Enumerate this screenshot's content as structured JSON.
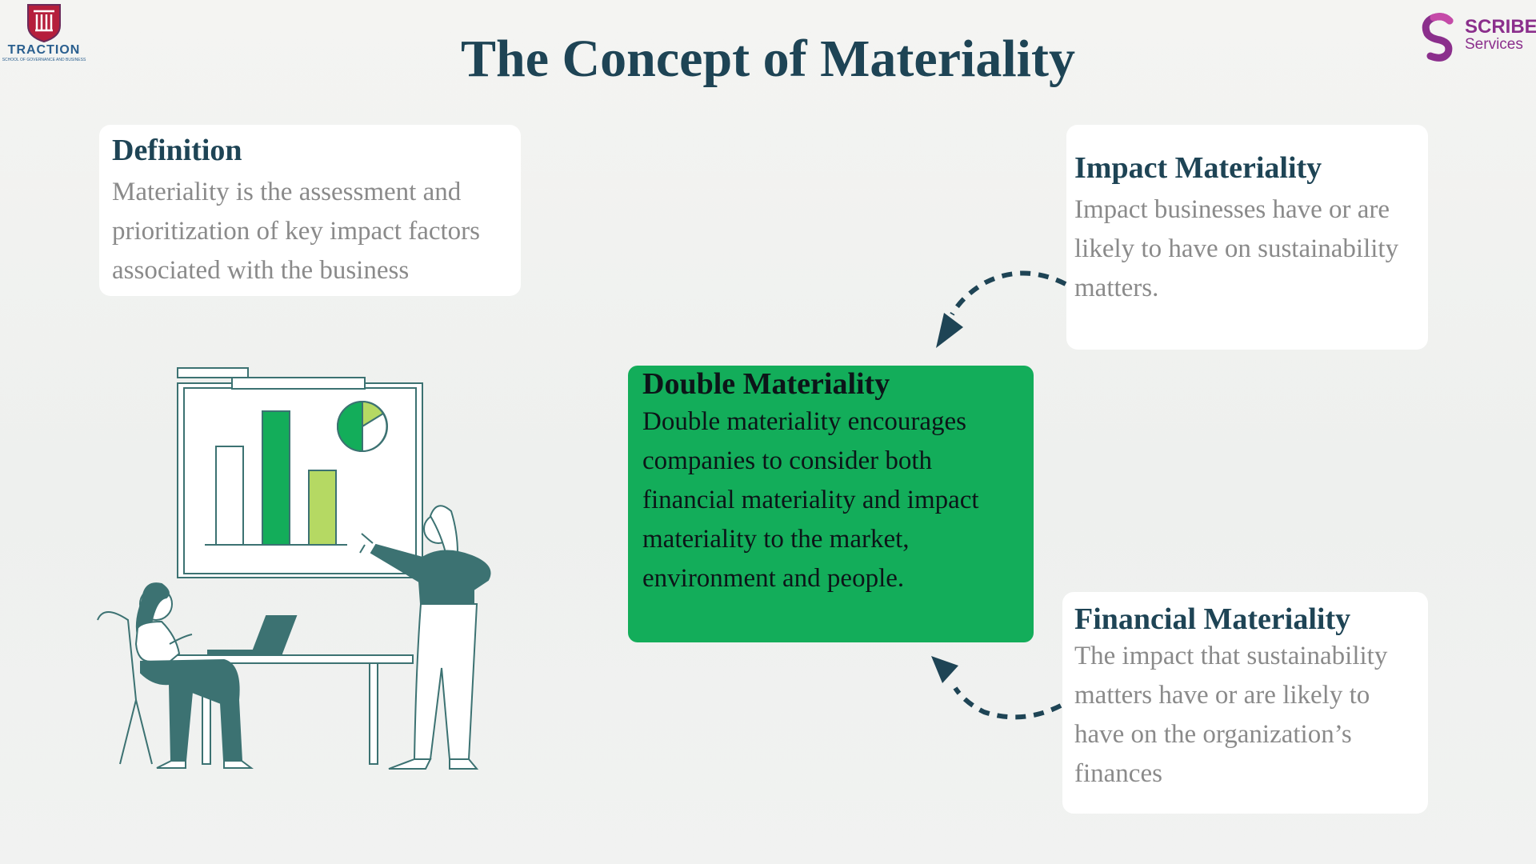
{
  "title": "The Concept of Materiality",
  "logos": {
    "left_name": "TRACTION",
    "left_sub": "SCHOOL OF GOVERNANCE AND BUSINESS",
    "right_name": "SCRIBE",
    "right_sub": "Services"
  },
  "definition": {
    "heading": "Definition",
    "body": "Materiality is the assessment and prioritization of key impact factors associated with the business"
  },
  "impact": {
    "heading": "Impact Materiality",
    "body": "Impact businesses have or are likely to have on sustainability matters."
  },
  "double": {
    "heading": "Double Materiality",
    "body": "Double materiality encourages companies to consider both financial materiality and impact materiality to the market, environment and people."
  },
  "financial": {
    "heading": "Financial Materiality",
    "body": "The impact that sustainability matters have or are likely to have on the organization’s finances"
  },
  "colors": {
    "title": "#1e4455",
    "double_box": "#13ad5a",
    "teal": "#3c7272",
    "lime": "#b5d963",
    "body_gray": "#8a8a8a",
    "scribe_purple": "#8b2f8c",
    "traction_blue": "#2a5f8f",
    "traction_red": "#b51e3c"
  },
  "icons": [
    "traction-crest-icon",
    "scribe-s-icon",
    "arrow-icon",
    "meeting-illustration-icon"
  ]
}
